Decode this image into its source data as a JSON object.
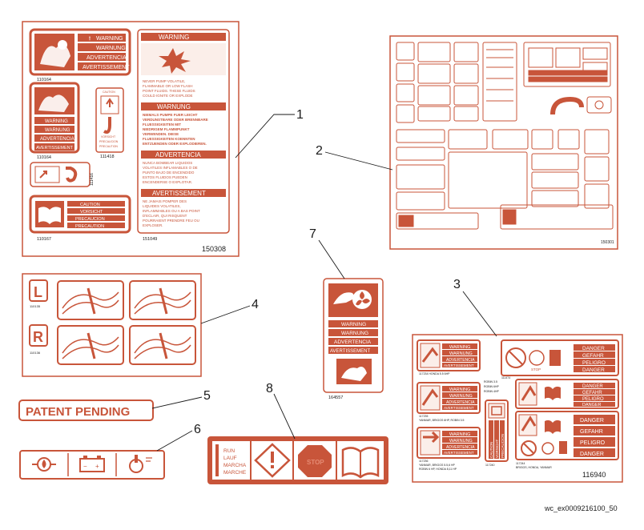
{
  "colors": {
    "accent": "#c8553a",
    "paper": "#ffffff",
    "fill": "#fbeee9",
    "ink": "#1a1a1a"
  },
  "callouts": [
    "1",
    "2",
    "3",
    "4",
    "5",
    "6",
    "7",
    "8"
  ],
  "panel1": {
    "part_number": "150308",
    "decal_110164": {
      "part": "110164",
      "rows": [
        "WARNING",
        "WARNUNG",
        "ADVERTENCIA",
        "AVERTISSEMENT"
      ]
    },
    "decal_110164b": {
      "part": "110164",
      "rows": [
        "WARNING",
        "WARNUNG",
        "ADVERTENCIA",
        "AVERTISSEMENT"
      ]
    },
    "decal_111418": {
      "part": "111418",
      "rows": [
        "CAUTION",
        "VORSICHT",
        "PRECAUCION",
        "PRECAUTION"
      ]
    },
    "decal_111416": {
      "part": "111416"
    },
    "decal_110167": {
      "part": "110167",
      "rows": [
        "CAUTION",
        "VORSICHT",
        "PRECAUCION",
        "PRECAUTION"
      ]
    },
    "decal_151049": {
      "part": "151049",
      "sections": [
        {
          "title": "WARNING",
          "lines": [
            "NEVER PUMP VOLATILE,",
            "FLAMMABLE OR LOW FLASH",
            "POINT FLUIDS. THESE FLUIDS",
            "COULD IGNITE OR EXPLODE"
          ]
        },
        {
          "title": "WARNUNG",
          "lines": [
            "NIEMALS PUMPE FUER LEICHT",
            "VERDUNSTBARE ODER BRENNBARE",
            "FLUESSIGKEITEN MIT",
            "NIEDRIGEM FLAMMPUNKT",
            "VERWENDEN.  DIESE",
            "FLUESSIGKEITEN KOENNTEN",
            "ENTZUENDEN ODER EXPLODIEREN."
          ]
        },
        {
          "title": "ADVERTENCIA",
          "lines": [
            "NUNCA BOMBEAR LIQUIDOS",
            "VOLATILES INFLAMABLES O DE",
            "PUNTO BAJO DE ENCENDIDO",
            "ESTOS FLUIDOS PUEDEN",
            "ENCENDERSE O EXPLOTAR."
          ]
        },
        {
          "title": "AVERTISSEMENT",
          "lines": [
            "NE JAMAIS POMPER DES",
            "LIQUIDES VOLATILES,",
            "INFLAMMABLES OU A BAS POINT",
            "D'ECLAIR, QUI RISQUENT",
            "POURRAIENT PRENDRE FEU OU",
            "EXPLOSER."
          ]
        }
      ]
    }
  },
  "panel2": {
    "part_number": "150301"
  },
  "panel3": {
    "part_number": "116940",
    "warn_rows": [
      "WARNING",
      "WARNUNG",
      "ADVERTENCIA",
      "AVERTISSEMENT"
    ],
    "danger_rows": [
      "DANGER",
      "GEFAHR",
      "PELIGRO",
      "DANGER"
    ],
    "caution_rows": [
      "CAUTION",
      "VORSICHT",
      "PRECAUCION"
    ],
    "stop_label": "STOP",
    "captions": {
      "c1": "117234   HONDA 5.5 6HP",
      "c2": "117235",
      "c2b": "YANMAR, BRIGGS 6HP, ROBIN 3.5",
      "c3": "117236",
      "c3b": "YANMAR, BRIGGS 5.5,6 HP",
      "c3c": "ROBIN 6 HP, HONDA 8,11 HP",
      "c4": "ROBIN 3.5",
      "c4b": "ROBIN 6HP",
      "c4c": "ROBIN 4HP",
      "c5": "117240",
      "c6": "111474",
      "c7": "117244",
      "c7b": "BRIGGS, HONDA, YANMAR"
    }
  },
  "panel4": {
    "left_label": "L",
    "right_label": "R",
    "part_left": "110135",
    "part_right": "110136"
  },
  "panel5": {
    "text": "PATENT PENDING"
  },
  "panel7": {
    "part": "164557",
    "rows": [
      "WARNING",
      "WARNUNG",
      "ADVERTENCIA",
      "AVERTISSEMENT"
    ]
  },
  "panel8": {
    "lines": [
      "RUN",
      "LAUF",
      "MARCHA",
      "MARCHE"
    ],
    "stop_label": "STOP"
  },
  "footer": {
    "image_id": "wc_ex0009216100_50"
  }
}
